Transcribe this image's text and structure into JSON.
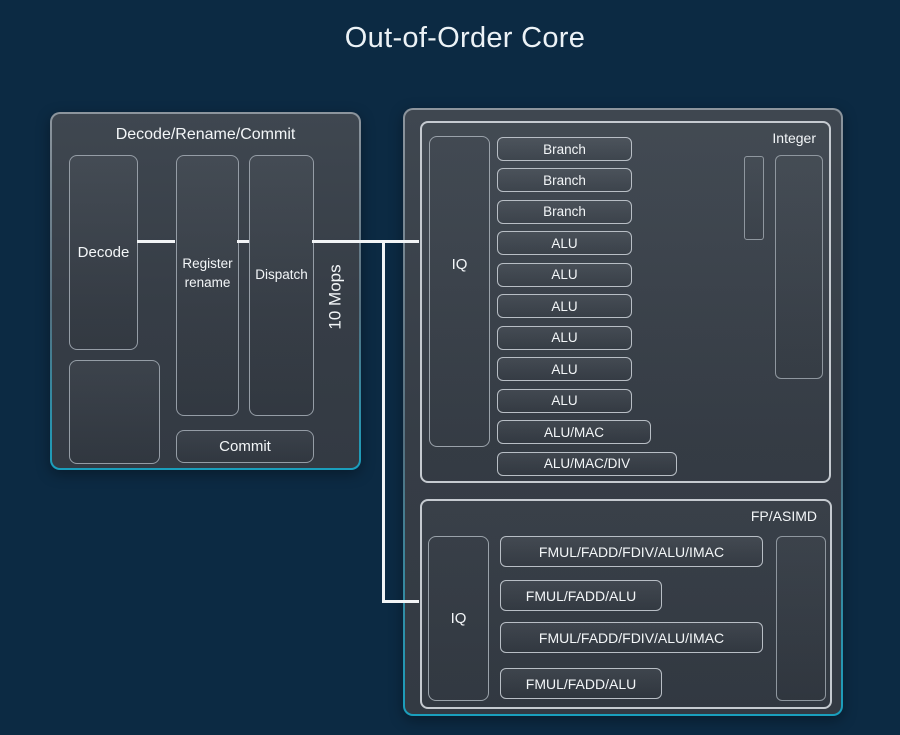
{
  "title": "Out-of-Order Core",
  "colors": {
    "background": "#0c2a43",
    "panel_fill": "#3a414a",
    "panel_border_top": "#8d959d",
    "panel_border_bottom_teal": "#1a9fbd",
    "box_border": "#b8bec5",
    "text": "#f3f6f8",
    "connector": "#f2f4f6"
  },
  "decode_block": {
    "title": "Decode/Rename/Commit",
    "decode_label": "Decode",
    "register_rename_label": "Register rename",
    "dispatch_label": "Dispatch",
    "commit_label": "Commit",
    "mops_label": "10 Mops"
  },
  "integer_block": {
    "title": "Integer",
    "iq_label": "IQ",
    "units": [
      "Branch",
      "Branch",
      "Branch",
      "ALU",
      "ALU",
      "ALU",
      "ALU",
      "ALU",
      "ALU",
      "ALU/MAC",
      "ALU/MAC/DIV"
    ]
  },
  "fp_block": {
    "title": "FP/ASIMD",
    "iq_label": "IQ",
    "units": [
      "FMUL/FADD/FDIV/ALU/IMAC",
      "FMUL/FADD/ALU",
      "FMUL/FADD/FDIV/ALU/IMAC",
      "FMUL/FADD/ALU"
    ]
  }
}
